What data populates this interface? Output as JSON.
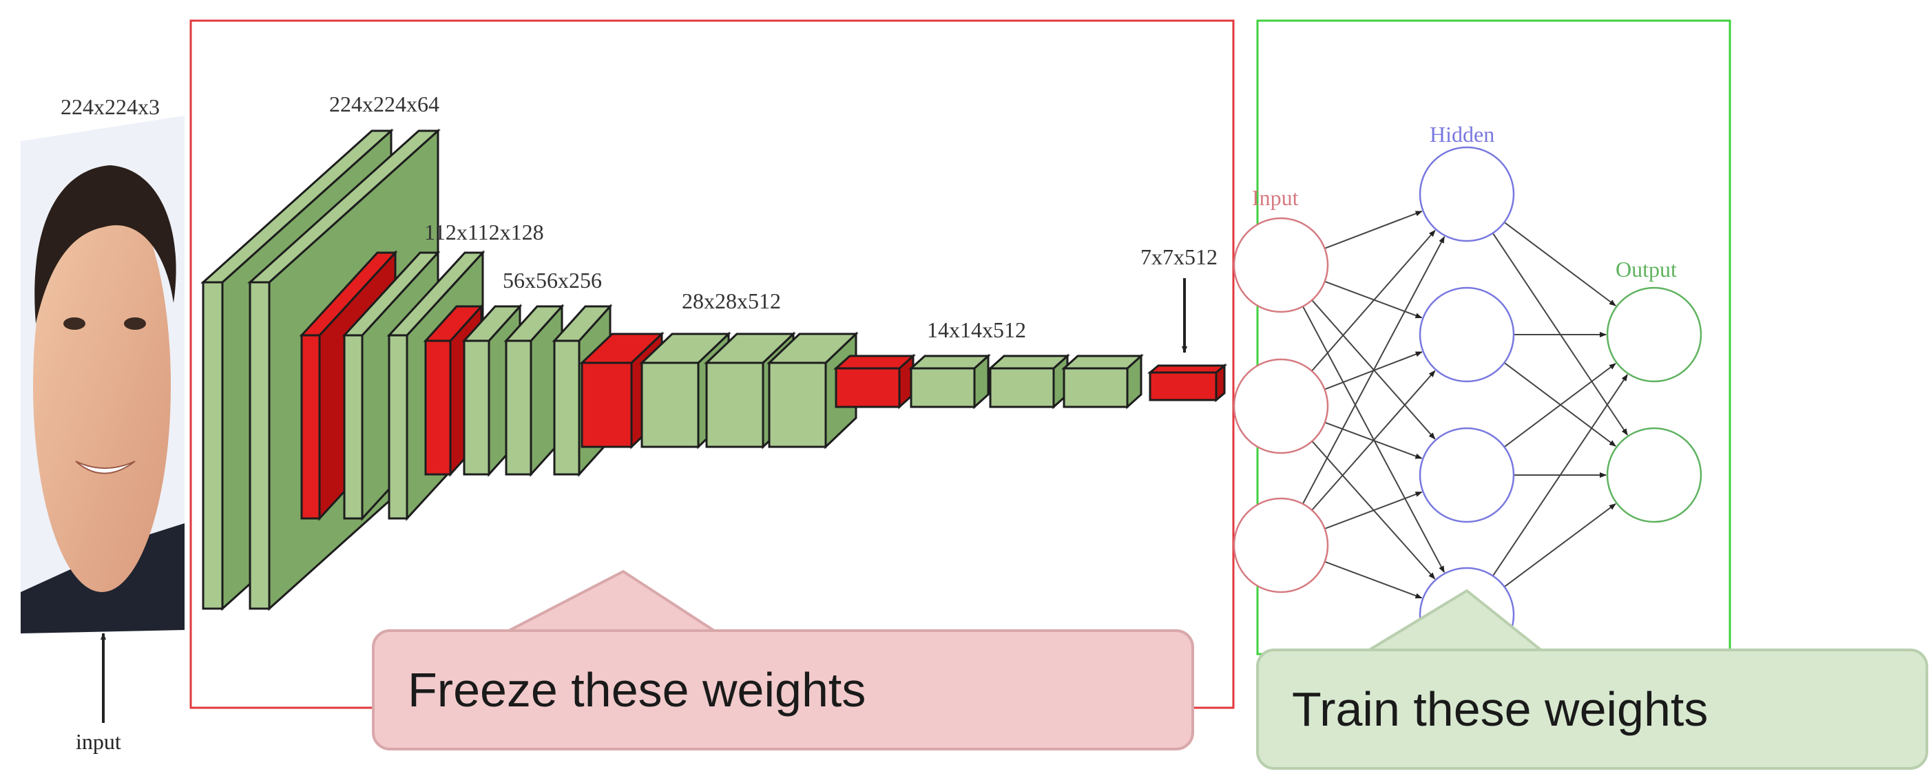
{
  "diagram": {
    "input_dim": "224x224x3",
    "input_caption": "input",
    "layer_dims": [
      "224x224x64",
      "112x112x128",
      "56x56x256",
      "28x28x512",
      "14x14x512",
      "7x7x512"
    ],
    "fc_labels": {
      "input": "Input",
      "hidden": "Hidden",
      "output": "Output"
    }
  },
  "callouts": {
    "freeze": "Freeze these weights",
    "train": "Train these weights"
  },
  "colors": {
    "conv_face": "#a9c98f",
    "conv_side": "#7ea866",
    "pool_face": "#e41e1e",
    "pool_side": "#b70f0f",
    "frozen_border": "#e0393e",
    "trainable_border": "#3fd13f",
    "fc_input": "#d57a80",
    "fc_hidden": "#7878e0",
    "fc_output": "#5fb35f"
  }
}
